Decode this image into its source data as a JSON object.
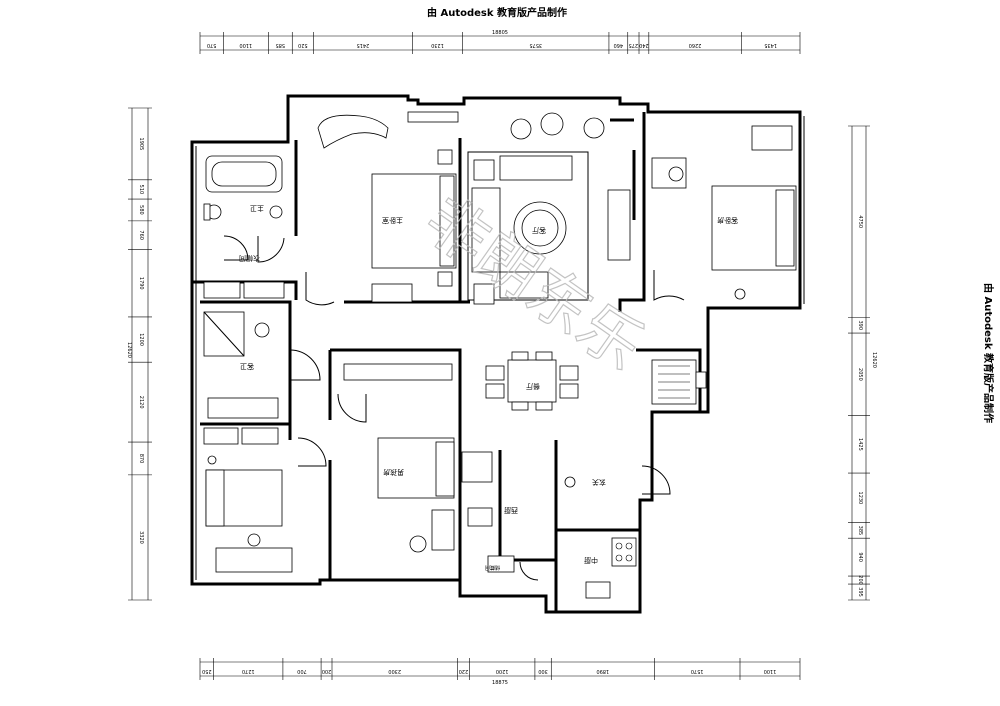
{
  "header": {
    "title_top": "由 Autodesk 教育版产品制作",
    "title_right": "由 Autodesk 教育版产品制作"
  },
  "watermark": "非朗东乐",
  "rooms": {
    "master_bedroom": "主卧室",
    "living_room": "客厅",
    "guest_bedroom": "客卧房",
    "master_bath": "主卫",
    "cloakroom": "衣帽间",
    "guest_bath": "客卫",
    "boys_room": "男孩房",
    "dining": "餐厅",
    "entry": "玄关",
    "west_kitchen": "西厨",
    "kitchen": "中厨",
    "storage": "储藏间"
  },
  "dimensions": {
    "top_total": "18805",
    "top_segments": [
      "570",
      "1100",
      "585",
      "520",
      "2415",
      "1230",
      "3575",
      "460",
      "275",
      "240",
      "2260",
      "1435"
    ],
    "bottom_total": "18875",
    "bottom_segments": [
      "250",
      "1270",
      "700",
      "200",
      "2300",
      "220",
      "1200",
      "300",
      "1890",
      "1570",
      "1100"
    ],
    "left_total": "12620",
    "left_segments": [
      "1905",
      "510",
      "580",
      "760",
      "1790",
      "1200",
      "2120",
      "870",
      "3320"
    ],
    "right_total": "12620",
    "right_segments": [
      "4750",
      "390",
      "2050",
      "1425",
      "1230",
      "385",
      "940",
      "200",
      "395"
    ]
  }
}
